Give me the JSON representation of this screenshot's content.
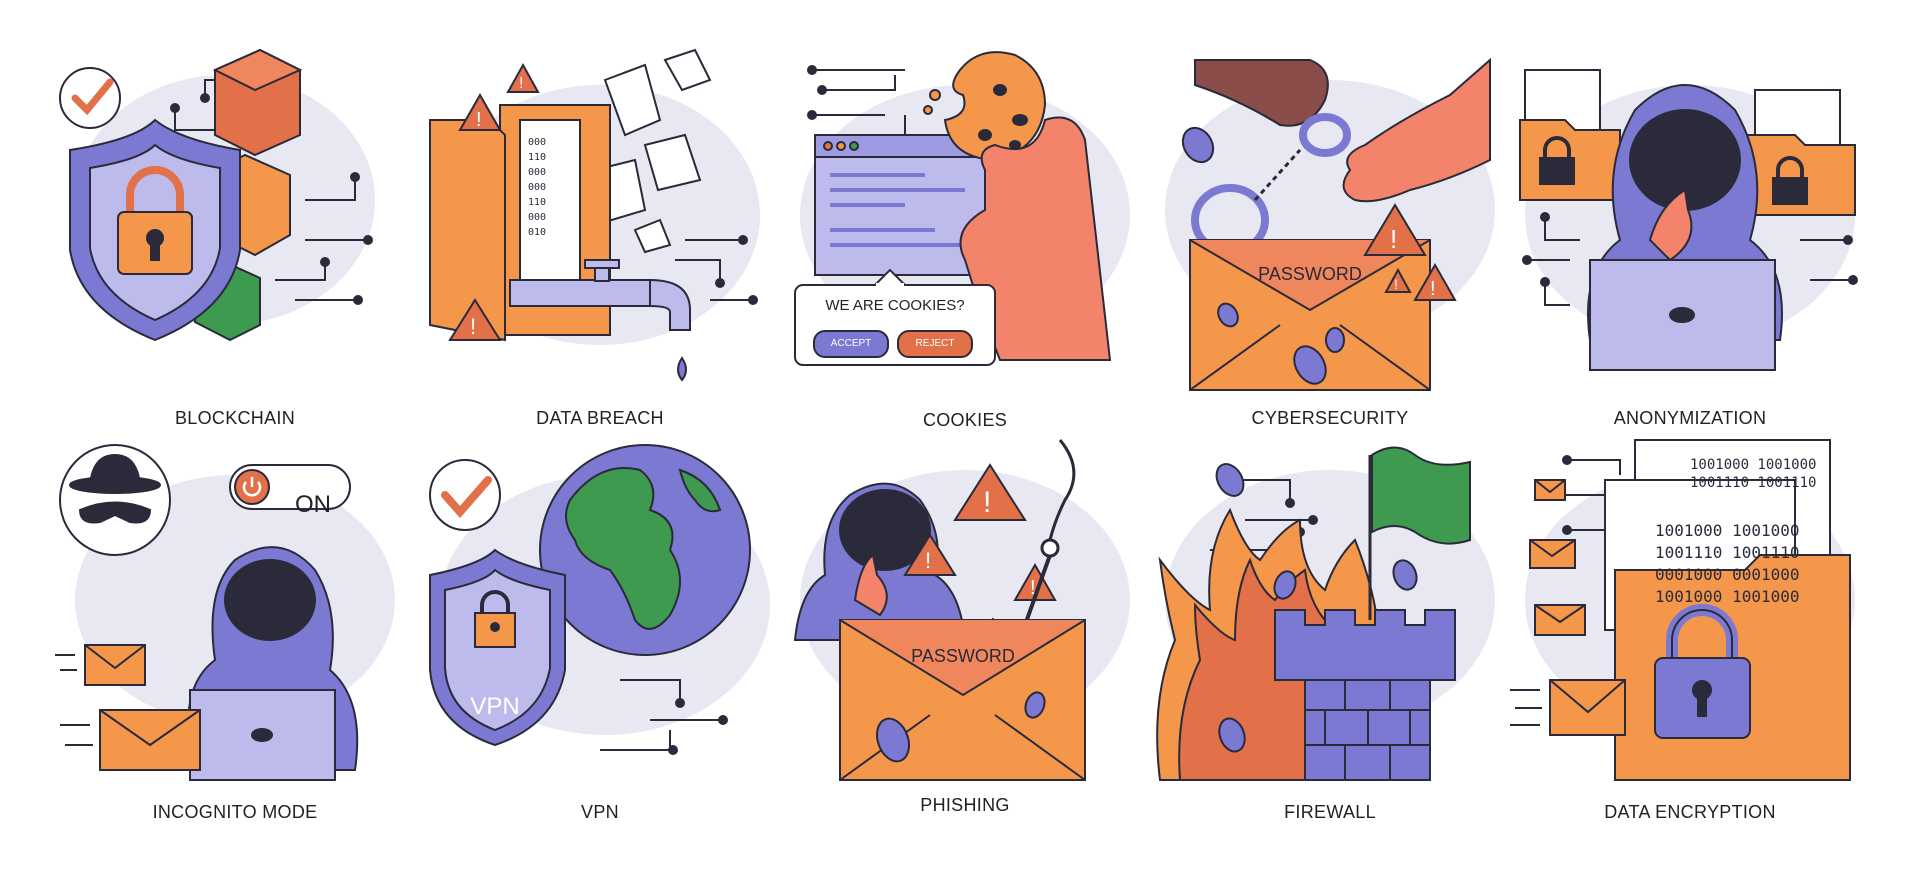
{
  "colors": {
    "orange": "#F5974A",
    "dark_orange": "#E27048",
    "purple": "#7B79D1",
    "light_purple": "#BDBBEB",
    "green": "#3E9A4E",
    "blob": "#E7E8F1",
    "outline": "#2A2A3A",
    "skin": "#F3846B",
    "dark_skin": "#8A4D4A"
  },
  "tiles": [
    {
      "label": "BLOCKCHAIN",
      "icons": [
        "check-icon",
        "shield-icon",
        "lock-icon",
        "cube-icon",
        "circuit-icon"
      ]
    },
    {
      "label": "DATA BREACH",
      "icons": [
        "folder-icon",
        "warning-icon",
        "binary-icon",
        "faucet-icon",
        "paper-icon"
      ]
    },
    {
      "label": "COOKIES",
      "icons": [
        "cookie-icon",
        "browser-window-icon",
        "hand-icon"
      ],
      "popup": {
        "title": "WE ARE COOKIES?",
        "accept": "ACCEPT",
        "reject": "REJECT"
      }
    },
    {
      "label": "CYBERSECURITY",
      "icons": [
        "handcuffs-icon",
        "hand-icon",
        "envelope-icon",
        "bug-icon",
        "warning-icon"
      ],
      "envelope_text": "PASSWORD"
    },
    {
      "label": "ANONYMIZATION",
      "icons": [
        "hacker-icon",
        "laptop-icon",
        "folder-lock-icon"
      ]
    },
    {
      "label": "INCOGNITO MODE",
      "icons": [
        "spy-icon",
        "power-icon",
        "hacker-icon",
        "laptop-icon",
        "envelope-icon"
      ],
      "toggle_text": "ON"
    },
    {
      "label": "VPN",
      "icons": [
        "check-icon",
        "globe-icon",
        "shield-icon",
        "lock-icon"
      ],
      "shield_text": "VPN"
    },
    {
      "label": "PHISHING",
      "icons": [
        "hacker-icon",
        "warning-icon",
        "hook-icon",
        "envelope-icon",
        "bug-icon"
      ],
      "envelope_text": "PASSWORD"
    },
    {
      "label": "FIREWALL",
      "icons": [
        "fire-icon",
        "castle-tower-icon",
        "flag-icon",
        "bug-icon"
      ]
    },
    {
      "label": "DATA ENCRYPTION",
      "icons": [
        "document-icon",
        "folder-icon",
        "lock-icon",
        "envelope-icon"
      ],
      "binary_lines": [
        "1001000 1001000",
        "1001110 1001110",
        "0001000 0001000",
        "1001000 1001000"
      ],
      "binary_back": [
        "1001000 1001000",
        "1001110 1001110"
      ]
    }
  ],
  "binary_small": [
    "000",
    "110",
    "000",
    "000",
    "110",
    "000",
    "010"
  ]
}
